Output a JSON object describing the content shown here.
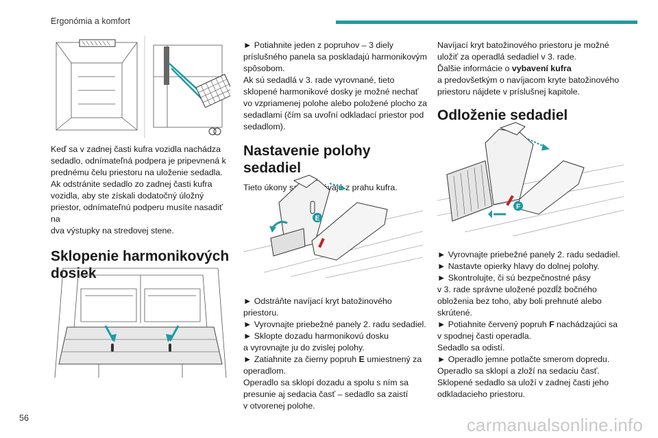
{
  "header": {
    "section": "Ergonómia a komfort"
  },
  "footer": {
    "page_number": "56",
    "watermark": "carmanualsonline.info"
  },
  "col1": {
    "para1": [
      "Keď sa v zadnej časti kufra vozidla nachádza",
      "sedadlo, odnímateľná podpera je pripevnená k",
      "prednému čelu priestoru na uloženie sedadla.",
      "Ak odstránite sedadlo zo zadnej časti kufra",
      "vozidla, aby ste získali dodatočný úložný",
      "priestor, odnímateľnú podperu musíte nasadiť na",
      "dva výstupky na stredovej stene."
    ],
    "heading": [
      "Sklopenie harmonikových",
      "dosiek"
    ]
  },
  "col2": {
    "para1": [
      "► Potiahnite jeden z popruhov – 3 diely",
      "príslušného panela sa poskladajú harmonikovým",
      "spôsobom.",
      "Ak sú sedadlá v 3. rade vyrovnané, tieto",
      "sklopené harmonikové dosky je možné nechať",
      "vo vzpriamenej polohe alebo položené plocho za",
      "sedadlami (čím sa uvoľní odkladací priestor pod",
      "sedadlom)."
    ],
    "heading": "Nastavenie polohy sedadiel",
    "intro": "Tieto úkony sa vykonávajú z prahu kufra.",
    "steps": [
      "► Odstráňte navíjací kryt batožinového",
      "priestoru.",
      "► Vyrovnajte priebežné panely 2. radu sedadiel.",
      "► Sklopte dozadu harmonikovú dosku",
      "a vyrovnajte ju do zvislej polohy."
    ],
    "step_e_pre": "► Zatiahnite za čierny popruh ",
    "step_e_letter": "E",
    "step_e_post": " umiestnený za",
    "tail": [
      "operadlom.",
      "Operadlo sa sklopí dozadu a spolu s ním sa",
      "presunie aj sedacia časť – sedadlo sa zaistí",
      "v otvorenej polohe."
    ]
  },
  "col3": {
    "para1": [
      "Navíjací kryt batožinového priestoru je možné",
      "uložiť za operadlá sedadiel v 3. rade."
    ],
    "info_pre": "Ďalšie informácie o ",
    "info_bold": "vybavení kufra",
    "info_tail": [
      "a predovšetkým o navíjacom kryte batožinového",
      "priestoru nájdete v príslušnej kapitole."
    ],
    "heading": "Odloženie sedadiel",
    "steps": [
      "► Vyrovnajte priebežné panely 2. radu sedadiel.",
      "► Nastavte opierky hlavy do dolnej polohy.",
      "► Skontrolujte, či sú bezpečnostné pásy",
      "v 3. rade správne uložené pozdĺž bočného",
      "obloženia bez toho, aby boli prehnuté alebo",
      "skrútené."
    ],
    "step_f_pre": "► Potiahnite červený popruh ",
    "step_f_letter": "F",
    "step_f_post": " nachádzajúci sa",
    "tail": [
      "v spodnej časti operadla.",
      "Sedadlo sa odistí.",
      "► Operadlo jemne potlačte smerom dopredu.",
      "Operadlo sa sklopí a zloží na sedaciu časť.",
      "Sklopené sedadlo sa uloží v zadnej časti jeho",
      "odkladacieho priestoru."
    ]
  },
  "figures": {
    "label_e": "E",
    "label_f": "F",
    "accent_color": "#1e9aa3",
    "strap_color": "#c0202a"
  }
}
